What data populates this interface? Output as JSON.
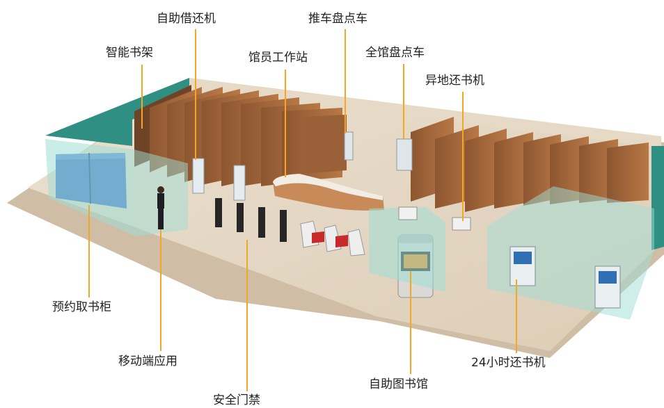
{
  "labels": {
    "self_service_kiosk": "自助借还机",
    "cart_inventory": "推车盘点车",
    "smart_shelf": "智能书架",
    "staff_workstation": "馆员工作站",
    "full_inventory_cart": "全馆盘点车",
    "remote_return": "异地还书机",
    "reservation_cabinet": "预约取书柜",
    "mobile_app": "移动端应用",
    "security_gate": "安全门禁",
    "self_service_library": "自助图书馆",
    "return_24h": "24小时还书机"
  },
  "colors": {
    "leader_line": "#f5a623",
    "floor": "#e3d6c3",
    "wall_outer": "#d8c8b3",
    "teal_wall": "#2f8f83",
    "glass": "#9fded6",
    "shelf_wood": "#a5693d",
    "cabinet_blue": "#3f70c8",
    "gate_red": "#c8292b"
  }
}
